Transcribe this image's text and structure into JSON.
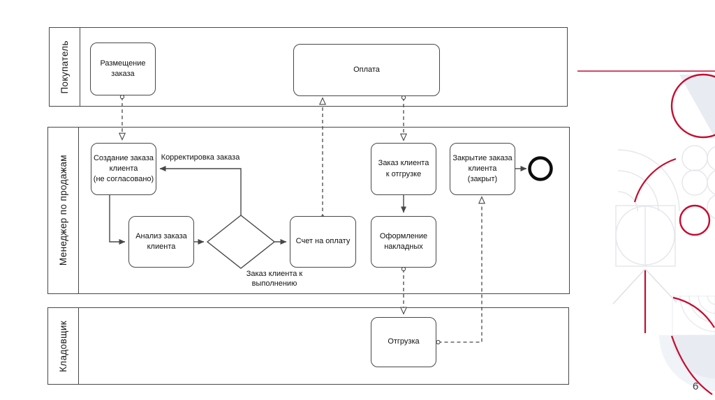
{
  "slide": {
    "page_number": "6"
  },
  "lanes": [
    {
      "id": "buyer",
      "label": "Покупатель"
    },
    {
      "id": "sales-manager",
      "label": "Менеджер по продажам"
    },
    {
      "id": "storekeeper",
      "label": "Кладовщик"
    }
  ],
  "nodes": {
    "place_order": {
      "label": "Размещение\nзаказа"
    },
    "payment": {
      "label": "Оплата"
    },
    "create_order": {
      "label": "Создание заказа\nклиента\n(не согласовано)"
    },
    "analyze_order": {
      "label": "Анализ заказа\nклиента"
    },
    "invoice": {
      "label": "Счет на оплату"
    },
    "order_to_ship": {
      "label": "Заказ клиента\nк отгрузке"
    },
    "waybills": {
      "label": "Оформление\nнакладных"
    },
    "close_order": {
      "label": "Закрытие заказа\nклиента\n(закрыт)"
    },
    "shipment": {
      "label": "Отгрузка"
    }
  },
  "edge_labels": {
    "correction": "Корректировка заказа",
    "to_execution": "Заказ клиента к\nвыполнению"
  },
  "colors": {
    "accent_red": "#c60c30",
    "diagram_stroke": "#474747",
    "soft_fill": "#e8ebf2",
    "soft_fill_light": "#f0f3f8",
    "deco_stroke": "#e6e7eb"
  }
}
